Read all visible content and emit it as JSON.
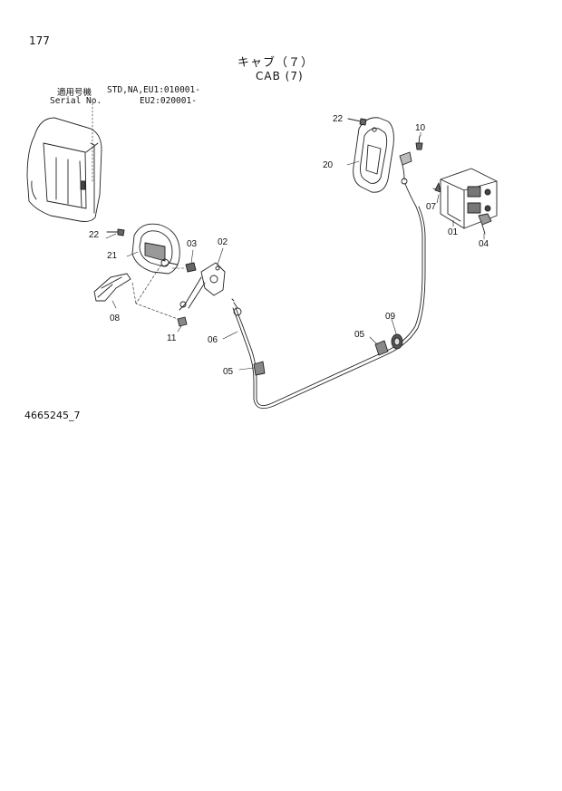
{
  "page": {
    "number": "177"
  },
  "title": {
    "japanese": "キャブ（７）",
    "english": "CAB (7)"
  },
  "serial": {
    "label_jp": "適用号機",
    "label_en": "Serial No.",
    "line1": "STD,NA,EU1:010001-",
    "line2": "EU2:020001-"
  },
  "figure_code": "4665245_7",
  "callouts": {
    "c22a": "22",
    "c20": "20",
    "c10": "10",
    "c07": "07",
    "c01": "01",
    "c04": "04",
    "c22b": "22",
    "c21": "21",
    "c03": "03",
    "c02": "02",
    "c08": "08",
    "c11": "11",
    "c06": "06",
    "c05a": "05",
    "c05b": "05",
    "c09": "09"
  }
}
